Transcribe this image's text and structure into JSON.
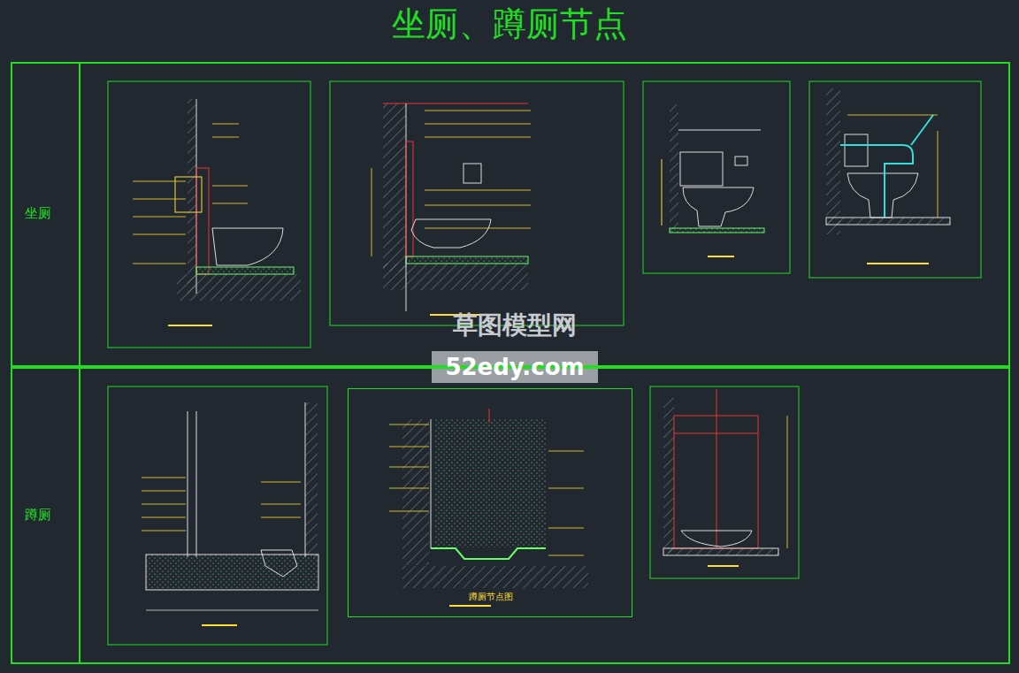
{
  "diagram": {
    "title": "坐厕、蹲厕节点",
    "nodes": [
      {
        "text": [
          "坐厕"
        ]
      },
      {
        "text": [
          "蹲厕"
        ]
      },
      {
        "text": [
          "蹲厕节点图"
        ],
        "in": 1
      }
    ],
    "labels": [
      "草图模型网",
      "52edy.com"
    ]
  }
}
